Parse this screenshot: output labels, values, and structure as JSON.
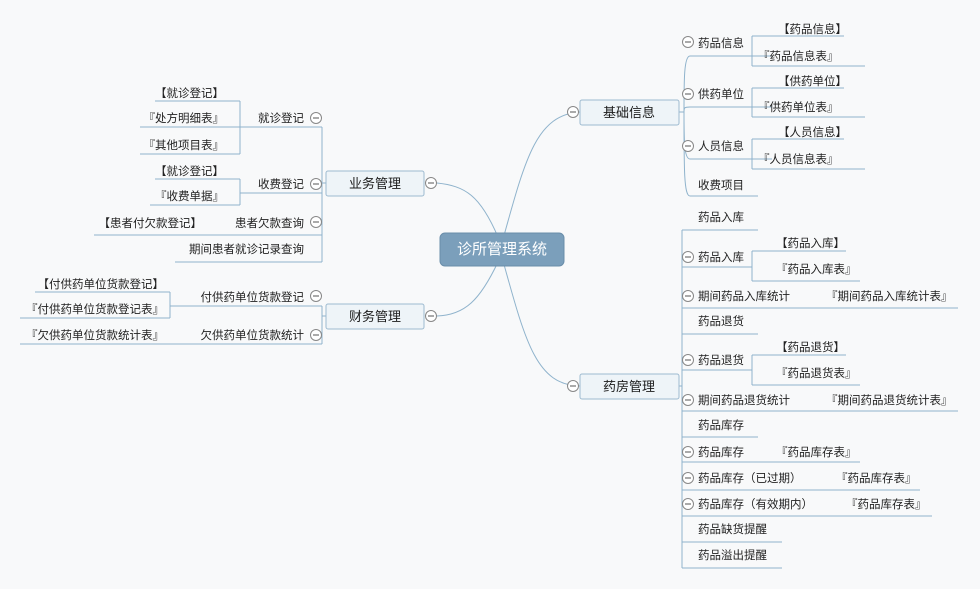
{
  "root": {
    "label": "诊所管理系统"
  },
  "colors": {
    "line": "#8fb3cc",
    "root_fill": "#7b9fbb",
    "topic_fill": "#eef4f8",
    "topic_stroke": "#9dbad0"
  },
  "branches": {
    "basic": {
      "label": "基础信息",
      "drug_info": {
        "label": "药品信息",
        "children": [
          "【药品信息】",
          "『药品信息表』"
        ]
      },
      "supplier": {
        "label": "供药单位",
        "children": [
          "【供药单位】",
          "『供药单位表』"
        ]
      },
      "staff": {
        "label": "人员信息",
        "children": [
          "【人员信息】",
          "『人员信息表』"
        ]
      },
      "fee_items": {
        "label": "收费项目"
      }
    },
    "pharmacy": {
      "label": "药房管理",
      "items": [
        {
          "label": "药品入库",
          "children": []
        },
        {
          "label": "药品入库",
          "children": [
            "【药品入库】",
            "『药品入库表』"
          ]
        },
        {
          "label": "期间药品入库统计",
          "children": [
            "『期间药品入库统计表』"
          ]
        },
        {
          "label": "药品退货",
          "children": []
        },
        {
          "label": "药品退货",
          "children": [
            "【药品退货】",
            "『药品退货表』"
          ]
        },
        {
          "label": "期间药品退货统计",
          "children": [
            "『期间药品退货统计表』"
          ]
        },
        {
          "label": "药品库存",
          "children": []
        },
        {
          "label": "药品库存",
          "children": [
            "『药品库存表』"
          ]
        },
        {
          "label": "药品库存（已过期）",
          "children": [
            "『药品库存表』"
          ]
        },
        {
          "label": "药品库存（有效期内）",
          "children": [
            "『药品库存表』"
          ]
        },
        {
          "label": "药品缺货提醒",
          "children": []
        },
        {
          "label": "药品溢出提醒",
          "children": []
        }
      ]
    },
    "business": {
      "label": "业务管理",
      "visit": {
        "label": "就诊登记",
        "children": [
          "【就诊登记】",
          "『处方明细表』",
          "『其他项目表』"
        ]
      },
      "charge": {
        "label": "收费登记",
        "children": [
          "【就诊登记】",
          "『收费单据』"
        ]
      },
      "arrears": {
        "label": "患者欠款查询",
        "children": [
          "【患者付欠款登记】"
        ]
      },
      "history": {
        "label": "期间患者就诊记录查询"
      }
    },
    "finance": {
      "label": "财务管理",
      "payment": {
        "label": "付供药单位货款登记",
        "children": [
          "【付供药单位货款登记】",
          "『付供药单位货款登记表』"
        ]
      },
      "owed": {
        "label": "欠供药单位货款统计",
        "children": [
          "『欠供药单位货款统计表』"
        ]
      }
    }
  }
}
